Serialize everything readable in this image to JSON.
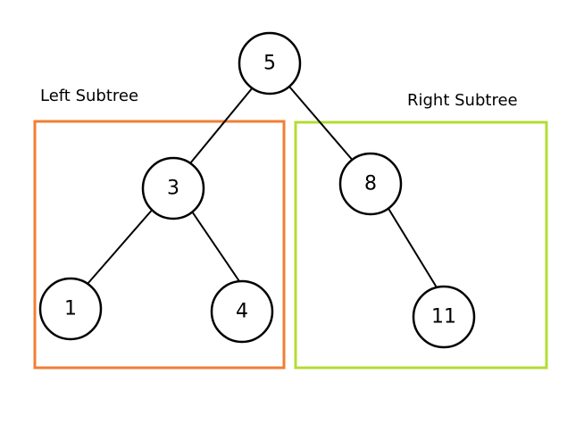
{
  "subtrees": {
    "left": {
      "label": "Left Subtree",
      "color": "#f07f35"
    },
    "right": {
      "label": "Right Subtree",
      "color": "#b4dc32"
    }
  },
  "nodes": {
    "root": "5",
    "left_child": "3",
    "right_child": "8",
    "left_left": "1",
    "left_right": "4",
    "right_right": "11"
  }
}
